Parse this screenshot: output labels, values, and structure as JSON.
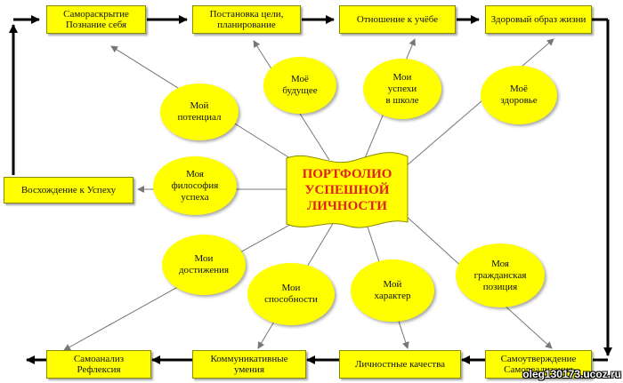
{
  "center": {
    "text": "ПОРТФОЛИО\nУСПЕШНОЙ\nЛИЧНОСТИ"
  },
  "top_boxes": [
    {
      "text": "Самораскрытие\nПознание себя"
    },
    {
      "text": "Постановка цели,\nпланирование"
    },
    {
      "text": "Отношение к учёбе"
    },
    {
      "text": "Здоровый образ жизни"
    }
  ],
  "bottom_boxes": [
    {
      "text": "Самоанализ\nРефлексия"
    },
    {
      "text": "Коммуникативные\nумения"
    },
    {
      "text": "Личностные качества"
    },
    {
      "text": "Самоутверждение\nСамореализация"
    }
  ],
  "left_box": {
    "text": "Восхождение к Успеху"
  },
  "ellipses": [
    {
      "text": "Мой\nпотенциал"
    },
    {
      "text": "Моё\nбудущее"
    },
    {
      "text": "Мои\nуспехи\nв школе"
    },
    {
      "text": "Моё\nздоровье"
    },
    {
      "text": "Моя\nфилософия\nуспеха"
    },
    {
      "text": "Мои\nдостижения"
    },
    {
      "text": "Мои\nспособности"
    },
    {
      "text": "Мой\nхарактер"
    },
    {
      "text": "Моя\nгражданская\nпозиция"
    }
  ],
  "watermark": "oleg130173.ucoz.ru",
  "colors": {
    "fill": "#ffff00",
    "center_text": "#e02020",
    "arrow": "#000000",
    "line": "#777777"
  }
}
